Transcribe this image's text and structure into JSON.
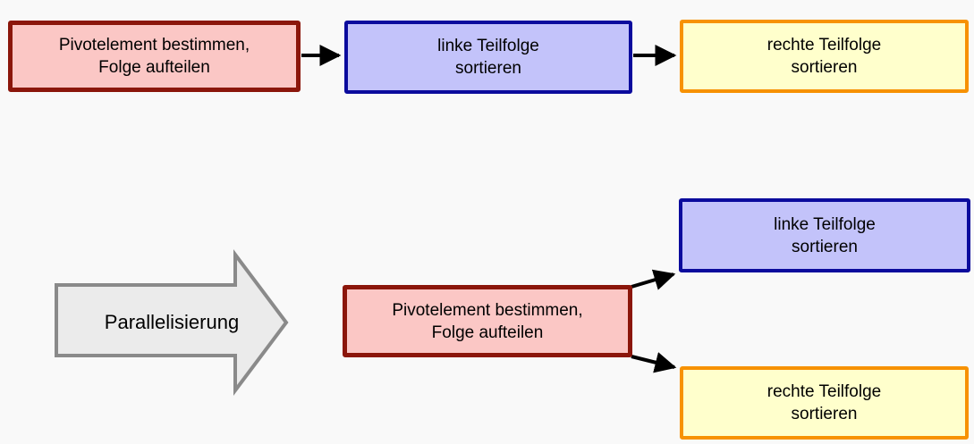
{
  "colors": {
    "background": "#f9f9f9",
    "pivot_box_fill": "#fbc7c5",
    "pivot_box_border": "#8b160b",
    "left_box_fill": "#c3c3fa",
    "left_box_border": "#0b0b9d",
    "right_box_fill": "#ffffcc",
    "right_box_border": "#f79203",
    "transform_arrow_fill": "#ebebeb",
    "transform_arrow_border": "#8a8a8a",
    "connector": "#000000",
    "text": "#000000"
  },
  "sequential_flow": {
    "pivot_box": {
      "lines": [
        "Pivotelement bestimmen,",
        "Folge aufteilen"
      ]
    },
    "left_box": {
      "lines": [
        "linke Teilfolge",
        "sortieren"
      ]
    },
    "right_box": {
      "lines": [
        "rechte Teilfolge",
        "sortieren"
      ]
    }
  },
  "parallel_flow": {
    "pivot_box": {
      "lines": [
        "Pivotelement bestimmen,",
        "Folge aufteilen"
      ]
    },
    "left_box": {
      "lines": [
        "linke Teilfolge",
        "sortieren"
      ]
    },
    "right_box": {
      "lines": [
        "rechte Teilfolge",
        "sortieren"
      ]
    }
  },
  "transform_arrow": {
    "label": "Parallelisierung"
  }
}
